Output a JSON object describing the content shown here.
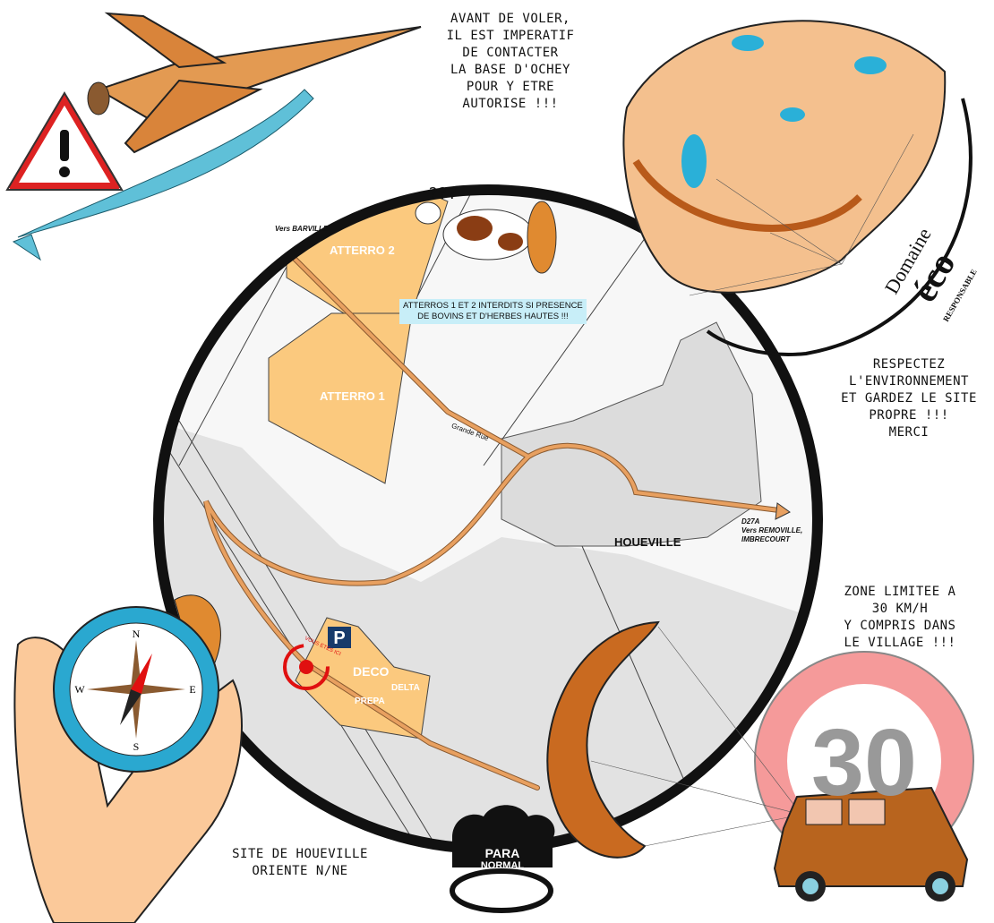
{
  "notes": {
    "contact_base": "AVANT DE VOLER,\nIL EST IMPERATIF\nDE CONTACTER\nLA BASE D'OCHEY\nPOUR Y ETRE\nAUTORISE !!!",
    "environment": "RESPECTEZ\nL'ENVIRONNEMENT\nET GARDEZ LE SITE\nPROPRE !!!\nMERCI",
    "speed_limit": "ZONE LIMITEE A\n30 KM/H\nY COMPRIS DANS\nLE VILLAGE !!!",
    "orientation": "SITE DE HOUEVILLE\nORIENTE N/NE",
    "cattle_warning": "ATTERROS 1 ET 2 INTERDITS SI PRESENCE\nDE BOVINS ET D'HERBES HAUTES !!!",
    "cow_question": "???"
  },
  "map": {
    "zones": {
      "atterro2": "ATTERRO 2",
      "atterro1": "ATTERRO 1",
      "deco": "DECO",
      "delta": "DELTA",
      "prepa": "PREPA",
      "parking": "P",
      "you_are_here": "VOUS ETES ICI"
    },
    "roads": {
      "barville": "Vers BARVILLE",
      "grande_rue": "Grande Rue",
      "d27a": "D27A\nVers REMOVILLE,\nIMBRECOURT"
    },
    "village": "HOUEVILLE"
  },
  "compass": {
    "n": "N",
    "s": "S",
    "e": "E",
    "w": "W"
  },
  "speed_sign": {
    "value": "30"
  },
  "eco_badge": {
    "line1": "Domaine",
    "line2": "éco",
    "line3": "RESPONSABLE"
  },
  "logo": {
    "line1": "PARA",
    "line2": "NORMAL"
  },
  "colors": {
    "zone": "#fbc97e",
    "road": "#e8a060",
    "sign_red": "#f59a9a",
    "info": "#c8eef8",
    "glider": "#d9843a"
  }
}
